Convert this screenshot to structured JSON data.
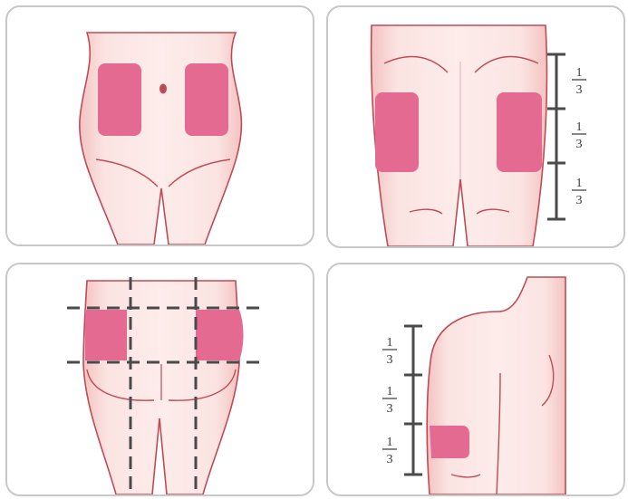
{
  "colors": {
    "skin_light": "#fbe4e2",
    "skin_mid": "#f6cfcc",
    "outline": "#c04a56",
    "injection_area": "#e56a92",
    "measure_line": "#4a4a4a",
    "panel_border": "#c8c8c8"
  },
  "panels": [
    {
      "name": "abdomen",
      "subject": "abdomen"
    },
    {
      "name": "thighs",
      "subject": "front of thighs",
      "scale": {
        "numerator": "1",
        "denominator": "3",
        "divisions": 3
      }
    },
    {
      "name": "buttocks",
      "subject": "buttocks"
    },
    {
      "name": "upper-arm",
      "subject": "back of upper arm",
      "scale": {
        "numerator": "1",
        "denominator": "3",
        "divisions": 3
      }
    }
  ]
}
